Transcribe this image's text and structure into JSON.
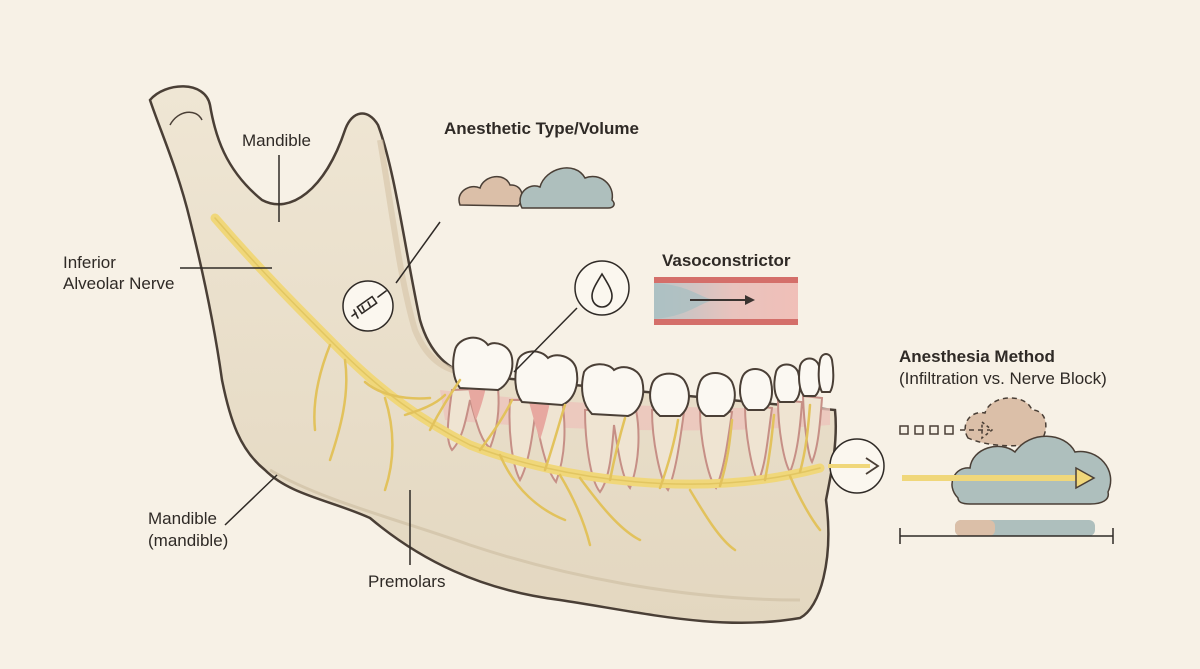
{
  "labels": {
    "mandible_top": "Mandible",
    "nerve_line1": "Inferior",
    "nerve_line2": "Alveolar Nerve",
    "mandible_bottom_line1": "Mandible",
    "mandible_bottom_line2": "(mandible)",
    "premolars": "Premolars",
    "anesthetic": "Anesthetic Type/Volume",
    "vasoconstrictor": "Vasoconstrictor",
    "method_line1": "Anesthesia Method",
    "method_line2": "(Infiltration vs. Nerve Block)"
  },
  "icons": {
    "syringe": "syringe-icon",
    "droplet": "droplet-icon",
    "arrow": "arrow-right-icon",
    "clouds": "cloud-icon"
  },
  "colors": {
    "background": "#f7f1e6",
    "bone": "#e9dfcb",
    "bone_outline": "#4a3f36",
    "nerve": "#f0d77a",
    "gum_pink": "#e7b1a8",
    "vessel_red": "#d97a78",
    "cloud_tan": "#dbbfa8",
    "cloud_blue": "#aebfbd"
  }
}
